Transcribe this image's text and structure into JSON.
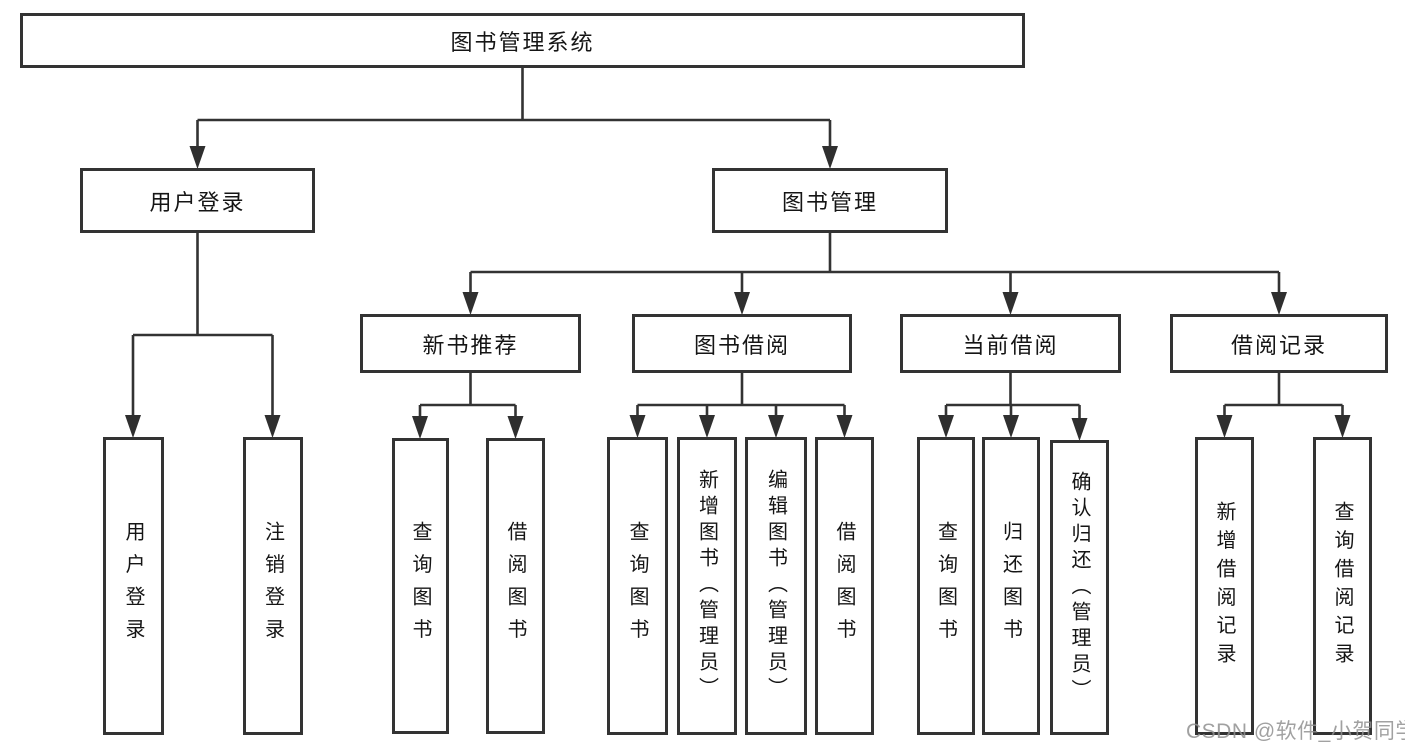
{
  "colors": {
    "background": "#ffffff",
    "box_border": "#333333",
    "connector_line": "#333333",
    "text": "#151515",
    "watermark": "#919191"
  },
  "watermark": {
    "text": "CSDN @软件_小贺同学"
  },
  "diagram": {
    "root": {
      "label": "图书管理系统"
    },
    "branches": [
      {
        "label": "用户登录",
        "children": [
          {
            "label": "用户登录"
          },
          {
            "label": "注销登录"
          }
        ]
      },
      {
        "label": "图书管理",
        "children": [
          {
            "label": "新书推荐",
            "children": [
              {
                "label": "查询图书"
              },
              {
                "label": "借阅图书"
              }
            ]
          },
          {
            "label": "图书借阅",
            "children": [
              {
                "label": "查询图书"
              },
              {
                "label": "新增图书（管理员）"
              },
              {
                "label": "编辑图书（管理员）"
              },
              {
                "label": "借阅图书"
              }
            ]
          },
          {
            "label": "当前借阅",
            "children": [
              {
                "label": "查询图书"
              },
              {
                "label": "归还图书"
              },
              {
                "label": "确认归还（管理员）"
              }
            ]
          },
          {
            "label": "借阅记录",
            "children": [
              {
                "label": "新增借阅记录"
              },
              {
                "label": "查询借阅记录"
              }
            ]
          }
        ]
      }
    ]
  }
}
